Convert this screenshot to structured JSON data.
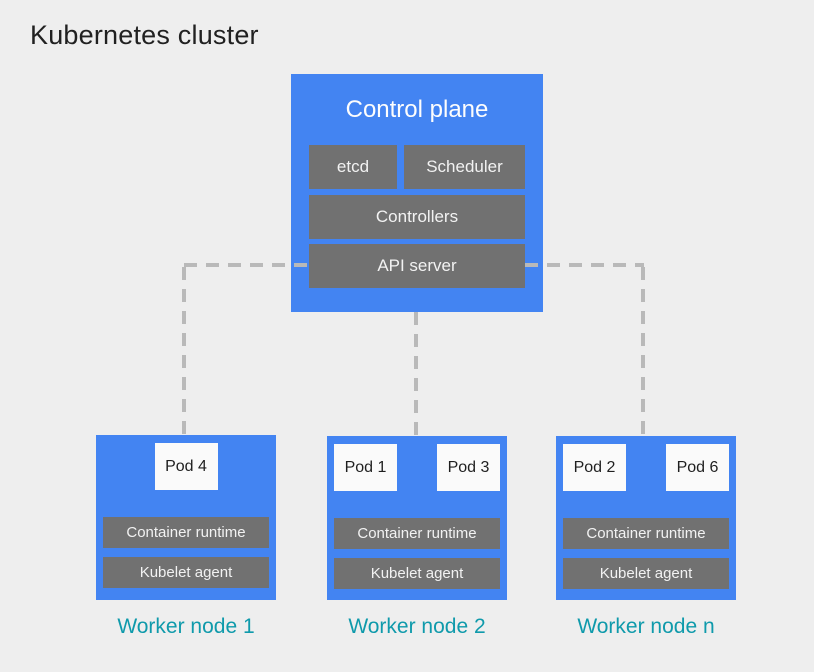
{
  "title": "Kubernetes cluster",
  "colors": {
    "background": "#eeeeee",
    "node_blue": "#4384f2",
    "component_gray": "#717171",
    "pod_white": "#fafafa",
    "worker_label_teal": "#0f9aab",
    "connector_dash_gray": "#b9b9b9",
    "title_text": "#212121"
  },
  "control_plane": {
    "label": "Control plane",
    "components": {
      "etcd": "etcd",
      "scheduler": "Scheduler",
      "controllers": "Controllers",
      "api_server": "API server"
    }
  },
  "worker_nodes": [
    {
      "label": "Worker node 1",
      "pods": [
        "Pod 4"
      ],
      "components": [
        "Container runtime",
        "Kubelet agent"
      ]
    },
    {
      "label": "Worker node 2",
      "pods": [
        "Pod 1",
        "Pod 3"
      ],
      "components": [
        "Container runtime",
        "Kubelet agent"
      ]
    },
    {
      "label": "Worker node n",
      "pods": [
        "Pod 2",
        "Pod 6"
      ],
      "components": [
        "Container runtime",
        "Kubelet agent"
      ]
    }
  ]
}
